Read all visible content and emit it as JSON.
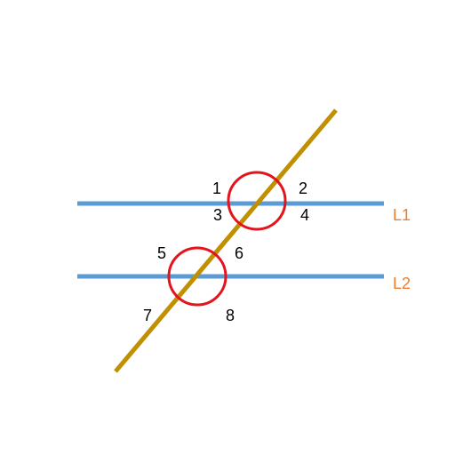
{
  "diagram": {
    "lines": [
      {
        "id": "l1",
        "label": "L1"
      },
      {
        "id": "l2",
        "label": "L2"
      }
    ],
    "angles": [
      "1",
      "2",
      "3",
      "4",
      "5",
      "6",
      "7",
      "8"
    ],
    "colors": {
      "parallel_line": "#5b9bd5",
      "transversal": "#c09000",
      "circle": "#e3141b",
      "line_label": "#ed7d31",
      "angle_label": "#000000"
    }
  }
}
